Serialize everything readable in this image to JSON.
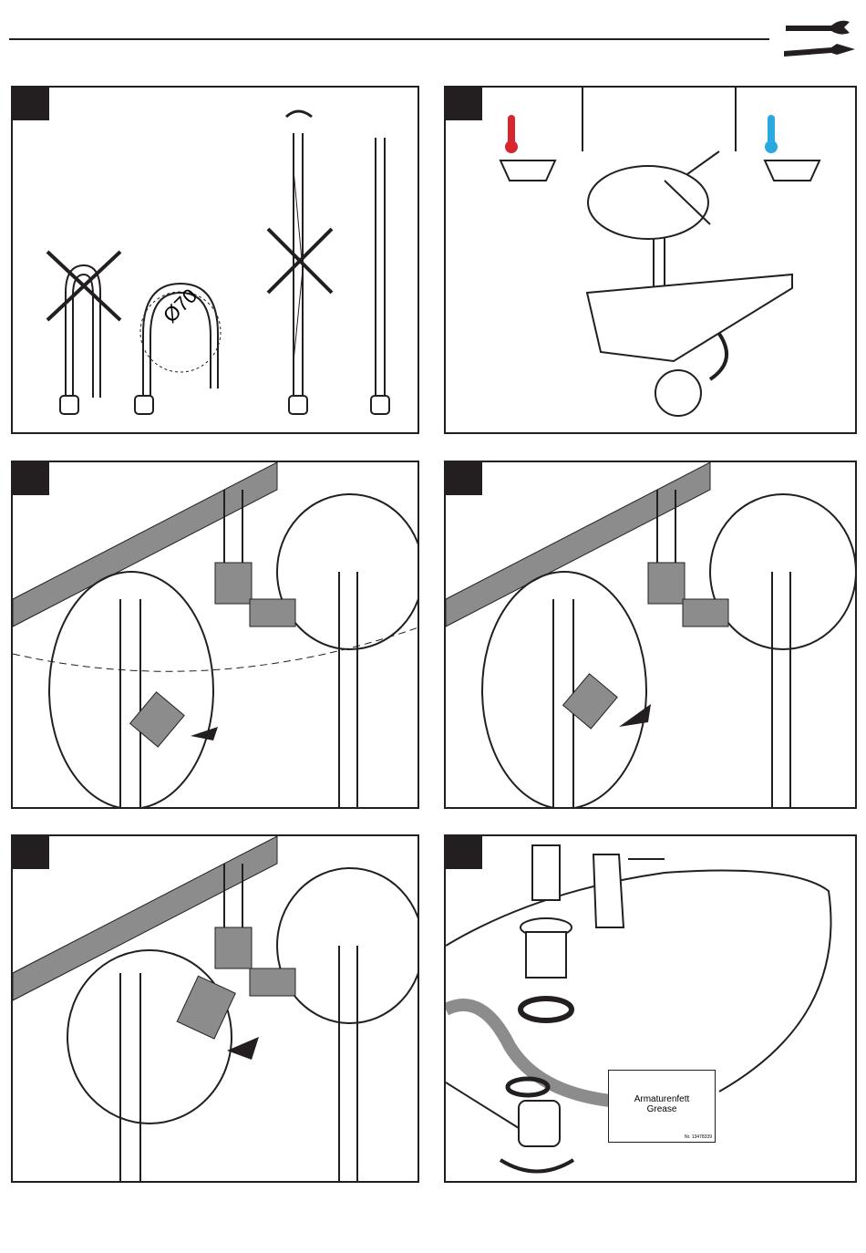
{
  "header": {
    "icon": "wrench-screwdriver-icon"
  },
  "panels": [
    {
      "id": "hose-bending",
      "diameter_label": "Ø70"
    },
    {
      "id": "hot-cold-connection"
    },
    {
      "id": "hose-connect-pull"
    },
    {
      "id": "hose-connect-push"
    },
    {
      "id": "hose-connect-final"
    },
    {
      "id": "drain-assembly",
      "grease": {
        "label_de": "Armaturenfett",
        "label_en": "Grease",
        "part_no": "Nr. 13478339"
      }
    }
  ],
  "colors": {
    "ink": "#231f20",
    "hot": "#d7262e",
    "cold": "#2aa8e0",
    "shade": "#8c8c8c"
  }
}
